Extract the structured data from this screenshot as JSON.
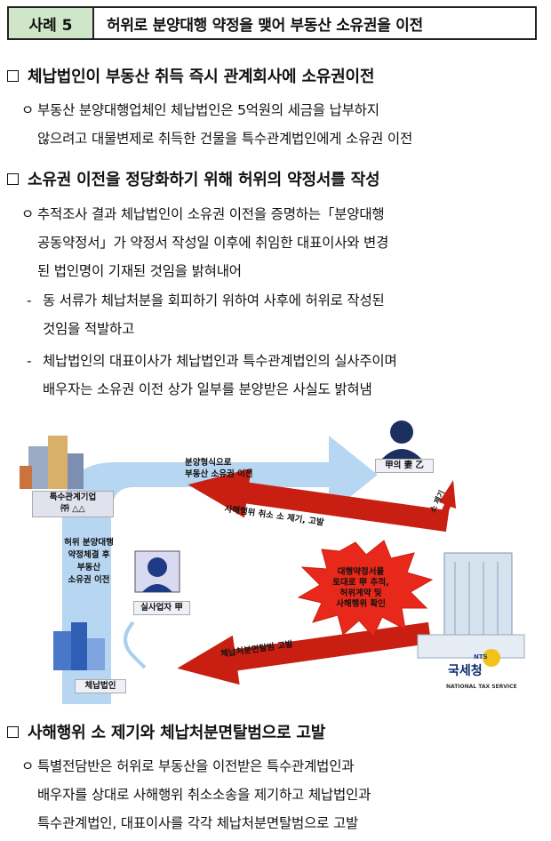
{
  "header": {
    "tag": "사례 5",
    "title": "허위로 분양대행 약정을 맺어 부동산 소유권을 이전"
  },
  "sections": [
    {
      "heading": "체납법인이 부동산 취득 즉시 관계회사에 소유권이전",
      "items": [
        {
          "marker": "ㅇ",
          "lines": [
            "부동산 분양대행업체인 체납법인은 5억원의 세금을 납부하지",
            "않으려고 대물변제로 취득한 건물을 특수관계법인에게 소유권 이전"
          ]
        }
      ]
    },
    {
      "heading": "소유권 이전을 정당화하기 위해 허위의 약정서를 작성",
      "items": [
        {
          "marker": "ㅇ",
          "lines": [
            "추적조사 결과 체납법인이 소유권 이전을 증명하는「분양대행",
            "공동약정서」가 약정서 작성일 이후에 취임한 대표이사와 변경",
            "된 법인명이 기재된 것임을 밝혀내어"
          ]
        },
        {
          "marker": "-",
          "lines": [
            "동 서류가 체납처분을 회피하기 위하여 사후에 허위로 작성된",
            "것임을 적발하고"
          ]
        },
        {
          "marker": "-",
          "lines": [
            "체납법인의 대표이사가 체납법인과 특수관계법인의 실사주이며",
            "배우자는 소유권 이전 상가 일부를 분양받은 사실도 밝혀냄"
          ]
        }
      ]
    },
    {
      "heading": "사해행위 소 제기와 체납처분면탈범으로 고발",
      "items": [
        {
          "marker": "ㅇ",
          "lines": [
            "특별전담반은 허위로 부동산을 이전받은 특수관계법인과",
            "배우자를 상대로 사해행위 취소소송을 제기하고 체납법인과",
            "특수관계법인, 대표이사를 각각 체납처분면탈범으로 고발"
          ]
        }
      ]
    }
  ],
  "diagram": {
    "related_company": [
      "특수관계기업",
      "㈜ △△"
    ],
    "spouse": "甲의 妻 乙",
    "owner": "실사업자 甲",
    "debtor": "체납법인",
    "nts_name": "국세청",
    "nts_badge": "NTS",
    "nts_english": "NATIONAL TAX SERVICE",
    "arrow_top": [
      "분양형식으로",
      "부동산 소유권 이전"
    ],
    "arrow_left": [
      "허위 분양대행",
      "약정체결 후",
      "부동산",
      "소유권 이전"
    ],
    "arrow_red1": "사해행위 취소 소 제기, 고발",
    "arrow_red2": "체납처분면탈범 고발",
    "arrow_side": "소 제기",
    "burst": [
      "대행약정서를",
      "토대로 甲 추적,",
      "허위계약 및",
      "사해행위 확인"
    ],
    "colors": {
      "tag_bg": "#cfe6c9",
      "blue_arrow": "#a9cfee",
      "red_arrow": "#c81f12",
      "burst": "#e8281a"
    }
  }
}
